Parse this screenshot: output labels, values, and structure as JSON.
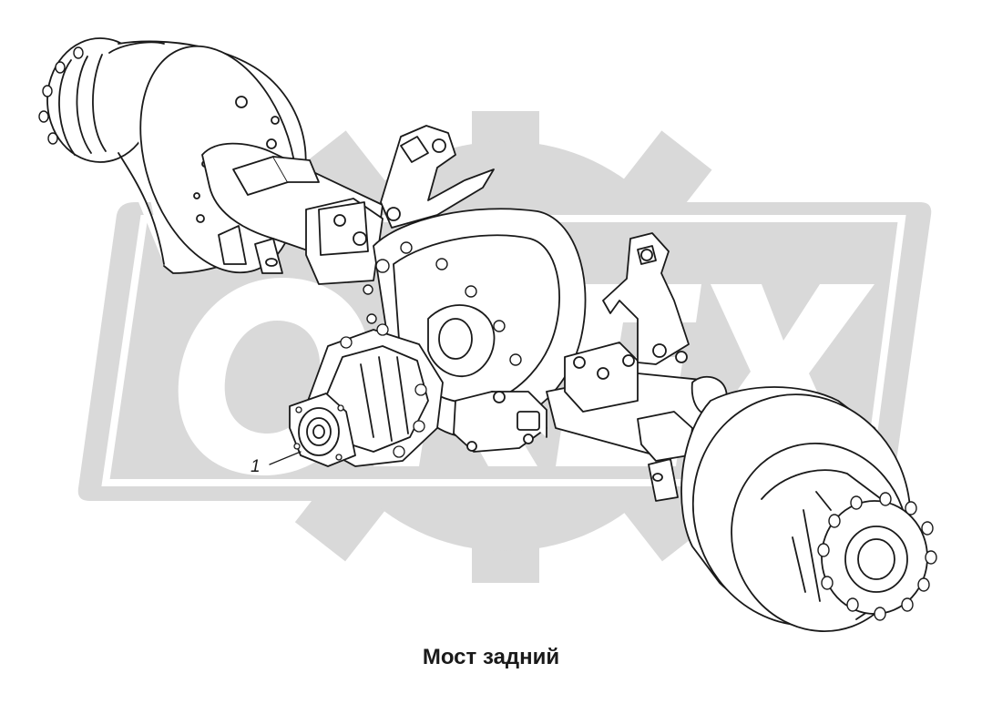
{
  "diagram": {
    "title": "Мост задний",
    "callouts": [
      {
        "label": "1"
      }
    ]
  },
  "watermark": {
    "text": "OREX",
    "color": "#d9d9d9"
  },
  "colors": {
    "line": "#1a1a1a",
    "fill": "#ffffff"
  }
}
